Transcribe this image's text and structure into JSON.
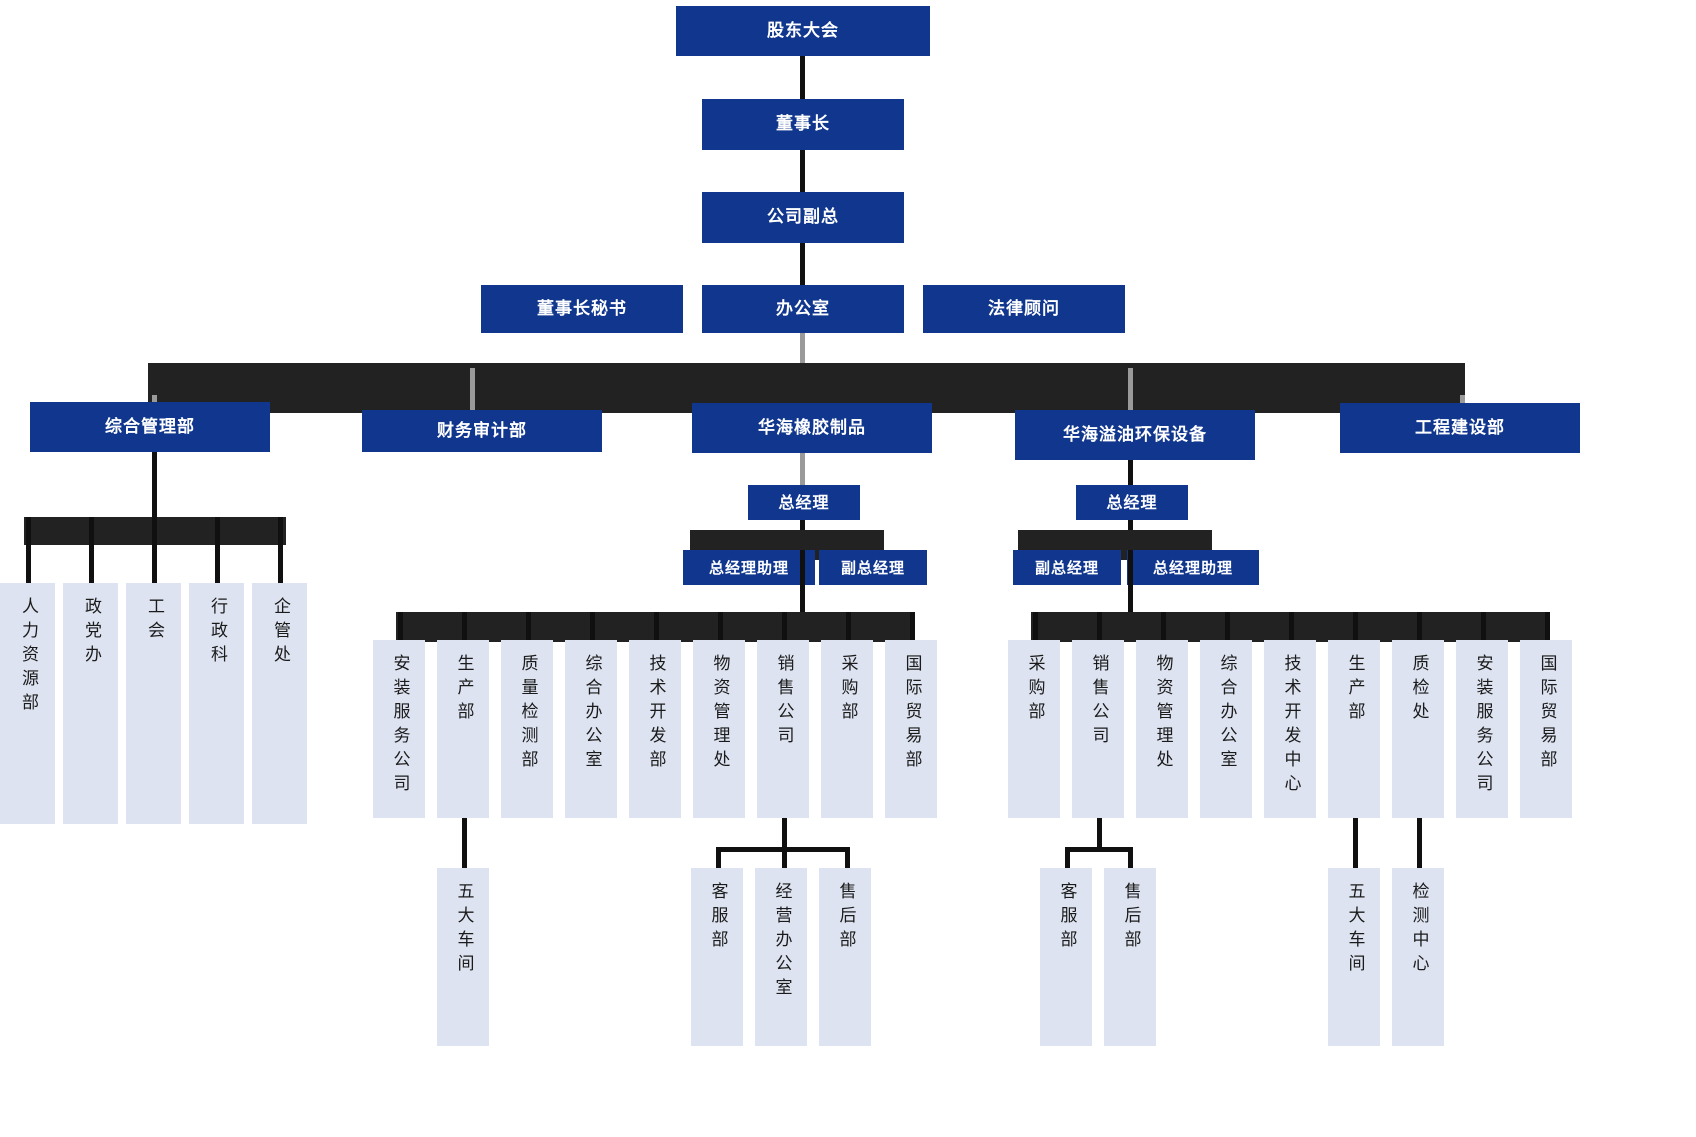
{
  "chart_title": "",
  "colors": {
    "box_blue": "#10368E",
    "box_light": "#dde3f0",
    "bus_dark": "#222222",
    "connector": "#101010",
    "text_on_blue": "#ffffff",
    "text_on_light": "#1b1b1b"
  },
  "top": {
    "shareholders_meeting": "股东大会",
    "chairman": "董事长",
    "vice_president": "公司副总"
  },
  "staff_row": {
    "chairman_secretary": "董事长秘书",
    "office": "办公室",
    "legal_counsel": "法律顾问"
  },
  "divisions": [
    {
      "label": "综合管理部"
    },
    {
      "label": "财务审计部"
    },
    {
      "label": "华海橡胶制品"
    },
    {
      "label": "华海溢油环保设备"
    },
    {
      "label": "工程建设部"
    }
  ],
  "general_mgmt": {
    "children": [
      "人力资源部",
      "政党办",
      "工会",
      "行政科",
      "企管处"
    ]
  },
  "rubber": {
    "general_manager": "总经理",
    "gm_assistant": "总经理助理",
    "deputy_gm": "副总经理",
    "departments": [
      "安装服务公司",
      "生产部",
      "质量检测部",
      "综合办公室",
      "技术开发部",
      "物资管理处",
      "销售公司",
      "采购部",
      "国际贸易部"
    ],
    "production_children": [
      "五大车间"
    ],
    "sales_children": [
      "客服部",
      "经营办公室",
      "售后部"
    ]
  },
  "oilspill": {
    "general_manager": "总经理",
    "deputy_gm": "副总经理",
    "gm_assistant": "总经理助理",
    "departments": [
      "采购部",
      "销售公司",
      "物资管理处",
      "综合办公室",
      "技术开发中心",
      "生产部",
      "质检处",
      "安装服务公司",
      "国际贸易部"
    ],
    "sales_children": [
      "客服部",
      "售后部"
    ],
    "production_children": [
      "五大车间"
    ],
    "quality_children": [
      "检测中心"
    ]
  }
}
